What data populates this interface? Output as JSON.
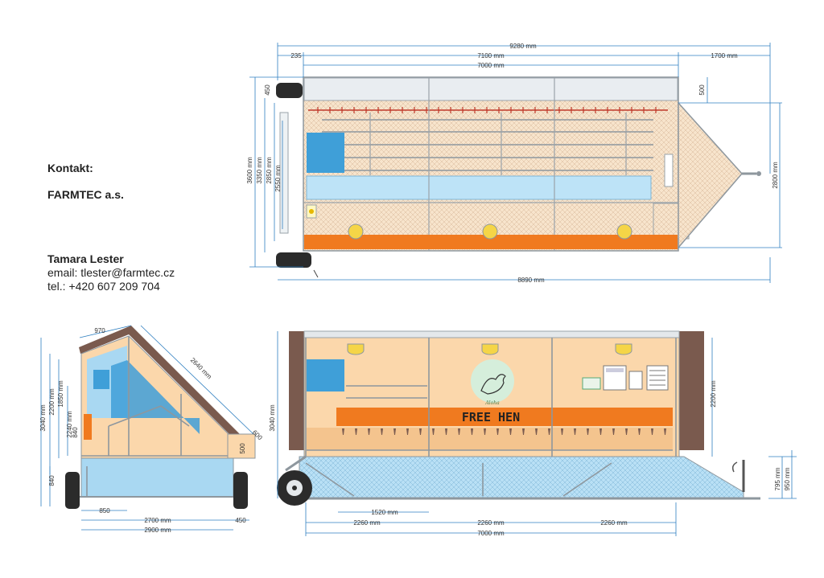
{
  "contact": {
    "heading": "Kontakt:",
    "company": "FARMTEC a.s.",
    "name": "Tamara Lester",
    "email": "email: tlester@farmtec.cz",
    "phone": "tel.: +420 607 209 704"
  },
  "colors": {
    "dimension_line": "#2f7fc0",
    "orange": "#f07a1f",
    "peach": "#fbd7ab",
    "light_blue": "#a9d8f2",
    "blue": "#3f9fd8",
    "frame_gray": "#9aa3aa",
    "roof_brown": "#7a5a4e"
  },
  "top_view": {
    "dims": {
      "total_length": "9280 mm",
      "length_7100": "7100 mm",
      "length_7000": "7000 mm",
      "drawbar": "1700 mm",
      "offset_235": "235",
      "base_length": "8890 mm",
      "width_3600": "3600 mm",
      "width_3350": "3350 mm",
      "width_2850": "2850 mm",
      "width_2550": "2550 mm",
      "side_450": "450",
      "right_500": "500",
      "right_2800": "2800 mm"
    }
  },
  "side_view": {
    "logo_script": "Aloha",
    "brand": "FREE HEN",
    "dims": {
      "height_3040": "3040 mm",
      "height_2200": "2200 mm",
      "height_795": "795 mm",
      "height_950": "950 mm",
      "bottom_1520": "1520 mm",
      "bottom_2260_a": "2260 mm",
      "bottom_2260_b": "2260 mm",
      "bottom_2260_c": "2260 mm",
      "bottom_7000": "7000 mm"
    }
  },
  "front_view": {
    "dims": {
      "top_970": "970",
      "slope_2640": "2640 mm",
      "right_600": "600",
      "right_500": "500",
      "h_3040": "3040 mm",
      "h_2200": "2200 mm",
      "h_1850": "1850 mm",
      "h_2240": "2240 mm",
      "h_840_a": "840",
      "h_840_b": "840",
      "b_850": "850",
      "b_2700": "2700 mm",
      "b_2900": "2900 mm",
      "b_450": "450"
    }
  }
}
